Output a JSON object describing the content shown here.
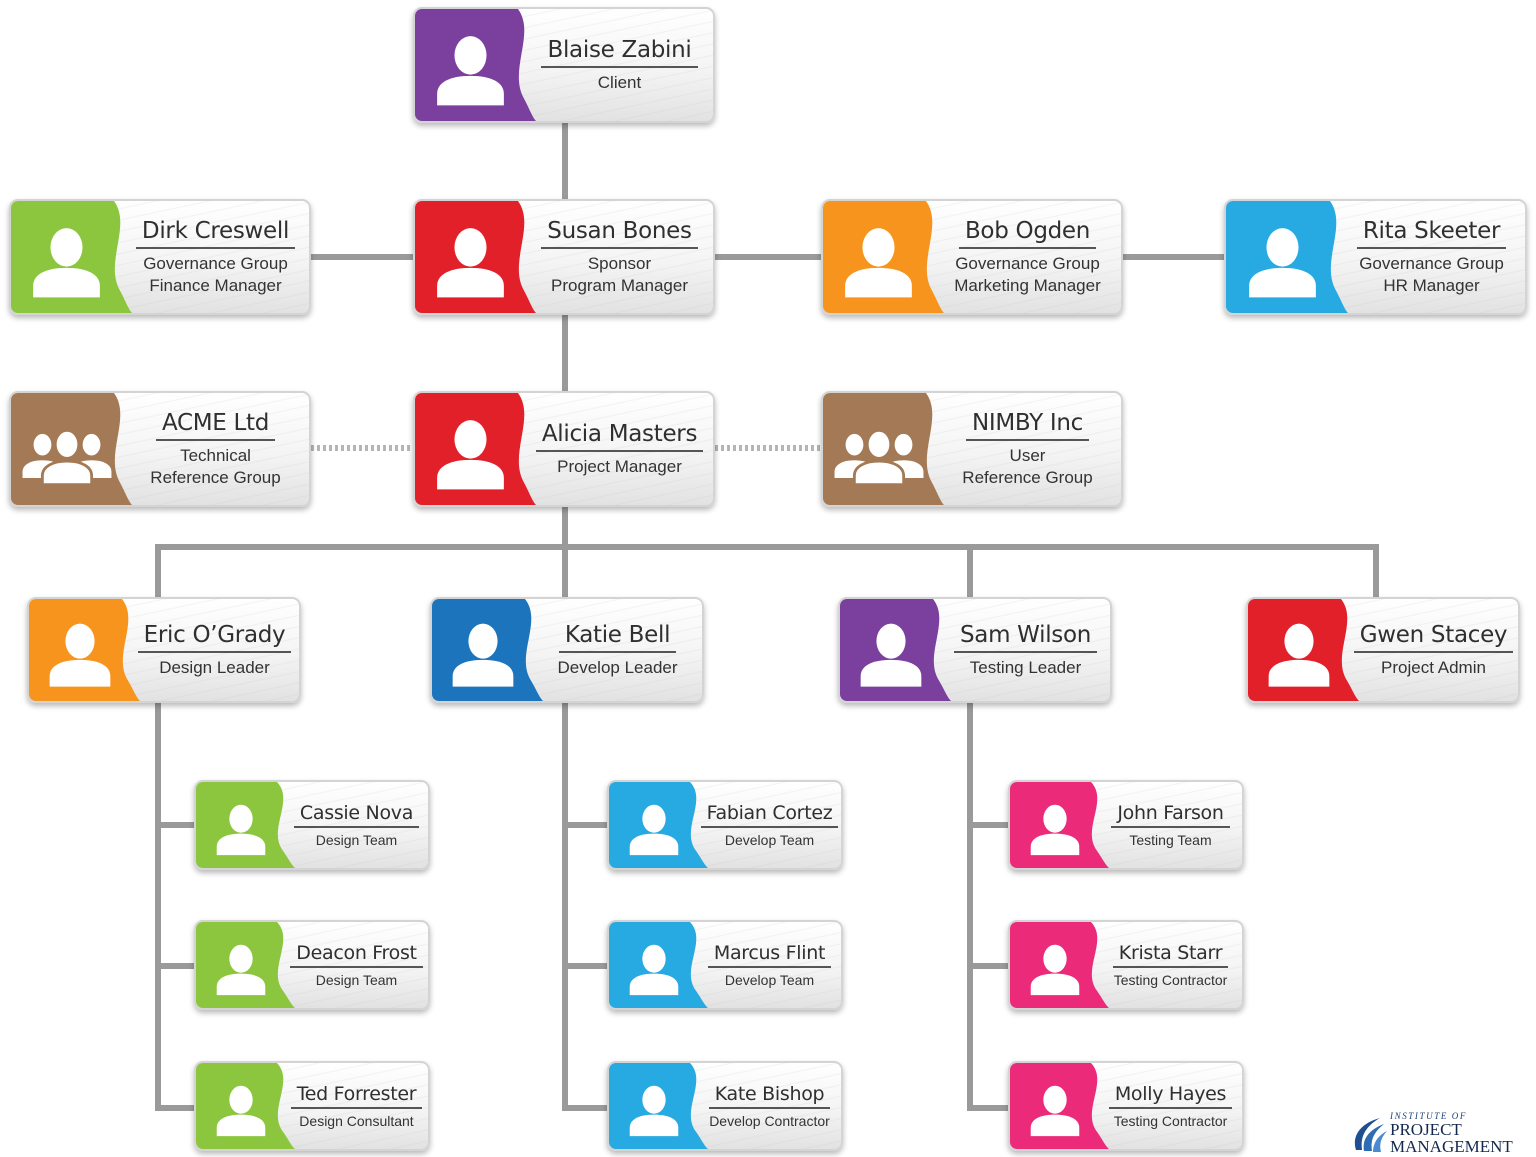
{
  "colors": {
    "purple": "#7b3f9e",
    "red": "#e2202a",
    "green": "#8cc63e",
    "orange": "#f7941d",
    "sky": "#27a9e1",
    "brown": "#a37a55",
    "blue": "#1c75bc",
    "pink": "#ec2a7a",
    "connector": "#9a9a9a"
  },
  "nodes": [
    {
      "id": "blaise",
      "name": "Blaise Zabini",
      "roles": [
        "Client"
      ],
      "color": "purple",
      "icon": "person-icon",
      "size": "large"
    },
    {
      "id": "dirk",
      "name": "Dirk Creswell",
      "roles": [
        "Governance Group",
        "Finance Manager"
      ],
      "color": "green",
      "icon": "person-icon",
      "size": "large"
    },
    {
      "id": "susan",
      "name": "Susan Bones",
      "roles": [
        "Sponsor",
        "Program Manager"
      ],
      "color": "red",
      "icon": "person-icon",
      "size": "large"
    },
    {
      "id": "bob",
      "name": "Bob Ogden",
      "roles": [
        "Governance Group",
        "Marketing Manager"
      ],
      "color": "orange",
      "icon": "person-icon",
      "size": "large"
    },
    {
      "id": "rita",
      "name": "Rita Skeeter",
      "roles": [
        "Governance Group",
        "HR Manager"
      ],
      "color": "sky",
      "icon": "person-icon",
      "size": "large"
    },
    {
      "id": "acme",
      "name": "ACME Ltd",
      "roles": [
        "Technical",
        "Reference Group"
      ],
      "color": "brown",
      "icon": "group-icon",
      "size": "large"
    },
    {
      "id": "alicia",
      "name": "Alicia Masters",
      "roles": [
        "Project Manager"
      ],
      "color": "red",
      "icon": "person-icon",
      "size": "large"
    },
    {
      "id": "nimby",
      "name": "NIMBY Inc",
      "roles": [
        "User",
        "Reference Group"
      ],
      "color": "brown",
      "icon": "group-icon",
      "size": "large"
    },
    {
      "id": "eric",
      "name": "Eric O’Grady",
      "roles": [
        "Design Leader"
      ],
      "color": "orange",
      "icon": "person-icon",
      "size": "large"
    },
    {
      "id": "katie",
      "name": "Katie Bell",
      "roles": [
        "Develop Leader"
      ],
      "color": "blue",
      "icon": "person-icon",
      "size": "large"
    },
    {
      "id": "sam",
      "name": "Sam Wilson",
      "roles": [
        "Testing Leader"
      ],
      "color": "purple",
      "icon": "person-icon",
      "size": "large"
    },
    {
      "id": "gwen",
      "name": "Gwen Stacey",
      "roles": [
        "Project Admin"
      ],
      "color": "red",
      "icon": "person-icon",
      "size": "large"
    },
    {
      "id": "cassie",
      "name": "Cassie Nova",
      "roles": [
        "Design Team"
      ],
      "color": "green",
      "icon": "person-icon",
      "size": "small"
    },
    {
      "id": "deacon",
      "name": "Deacon Frost",
      "roles": [
        "Design Team"
      ],
      "color": "green",
      "icon": "person-icon",
      "size": "small"
    },
    {
      "id": "ted",
      "name": "Ted Forrester",
      "roles": [
        "Design Consultant"
      ],
      "color": "green",
      "icon": "person-icon",
      "size": "small"
    },
    {
      "id": "fabian",
      "name": "Fabian Cortez",
      "roles": [
        "Develop Team"
      ],
      "color": "sky",
      "icon": "person-icon",
      "size": "small"
    },
    {
      "id": "marcus",
      "name": "Marcus Flint",
      "roles": [
        "Develop Team"
      ],
      "color": "sky",
      "icon": "person-icon",
      "size": "small"
    },
    {
      "id": "kate",
      "name": "Kate Bishop",
      "roles": [
        "Develop Contractor"
      ],
      "color": "sky",
      "icon": "person-icon",
      "size": "small"
    },
    {
      "id": "john",
      "name": "John Farson",
      "roles": [
        "Testing Team"
      ],
      "color": "pink",
      "icon": "person-icon",
      "size": "small"
    },
    {
      "id": "krista",
      "name": "Krista Starr",
      "roles": [
        "Testing Contractor"
      ],
      "color": "pink",
      "icon": "person-icon",
      "size": "small"
    },
    {
      "id": "molly",
      "name": "Molly Hayes",
      "roles": [
        "Testing Contractor"
      ],
      "color": "pink",
      "icon": "person-icon",
      "size": "small"
    }
  ],
  "edges": [
    {
      "from": "blaise",
      "to": "susan",
      "style": "solid"
    },
    {
      "from": "susan",
      "to": "dirk",
      "style": "solid"
    },
    {
      "from": "susan",
      "to": "bob",
      "style": "solid"
    },
    {
      "from": "bob",
      "to": "rita",
      "style": "solid"
    },
    {
      "from": "susan",
      "to": "alicia",
      "style": "solid"
    },
    {
      "from": "alicia",
      "to": "acme",
      "style": "dotted"
    },
    {
      "from": "alicia",
      "to": "nimby",
      "style": "dotted"
    },
    {
      "from": "alicia",
      "to": "eric",
      "style": "solid"
    },
    {
      "from": "alicia",
      "to": "katie",
      "style": "solid"
    },
    {
      "from": "alicia",
      "to": "sam",
      "style": "solid"
    },
    {
      "from": "alicia",
      "to": "gwen",
      "style": "solid"
    },
    {
      "from": "eric",
      "to": "cassie",
      "style": "solid"
    },
    {
      "from": "eric",
      "to": "deacon",
      "style": "solid"
    },
    {
      "from": "eric",
      "to": "ted",
      "style": "solid"
    },
    {
      "from": "katie",
      "to": "fabian",
      "style": "solid"
    },
    {
      "from": "katie",
      "to": "marcus",
      "style": "solid"
    },
    {
      "from": "katie",
      "to": "kate",
      "style": "solid"
    },
    {
      "from": "sam",
      "to": "john",
      "style": "solid"
    },
    {
      "from": "sam",
      "to": "krista",
      "style": "solid"
    },
    {
      "from": "sam",
      "to": "molly",
      "style": "solid"
    }
  ],
  "logo": {
    "line_small": "INSTITUTE OF",
    "line1": "PROJECT",
    "line2": "MANAGEMENT",
    "color": "#1d4f91"
  }
}
